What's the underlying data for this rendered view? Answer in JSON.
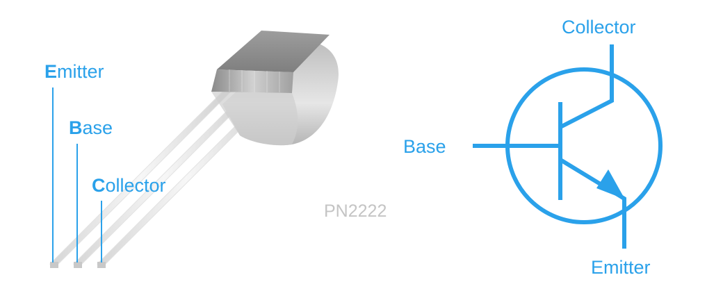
{
  "colors": {
    "accent": "#2aa1ea",
    "part_number": "#c4c4c4"
  },
  "package_view": {
    "part_number": "PN2222",
    "pins": [
      {
        "id": "emitter",
        "initial": "E",
        "rest": "mitter"
      },
      {
        "id": "base",
        "initial": "B",
        "rest": "ase"
      },
      {
        "id": "collector",
        "initial": "C",
        "rest": "ollector"
      }
    ]
  },
  "symbol_view": {
    "collector_label": "Collector",
    "base_label": "Base",
    "emitter_label": "Emitter"
  }
}
